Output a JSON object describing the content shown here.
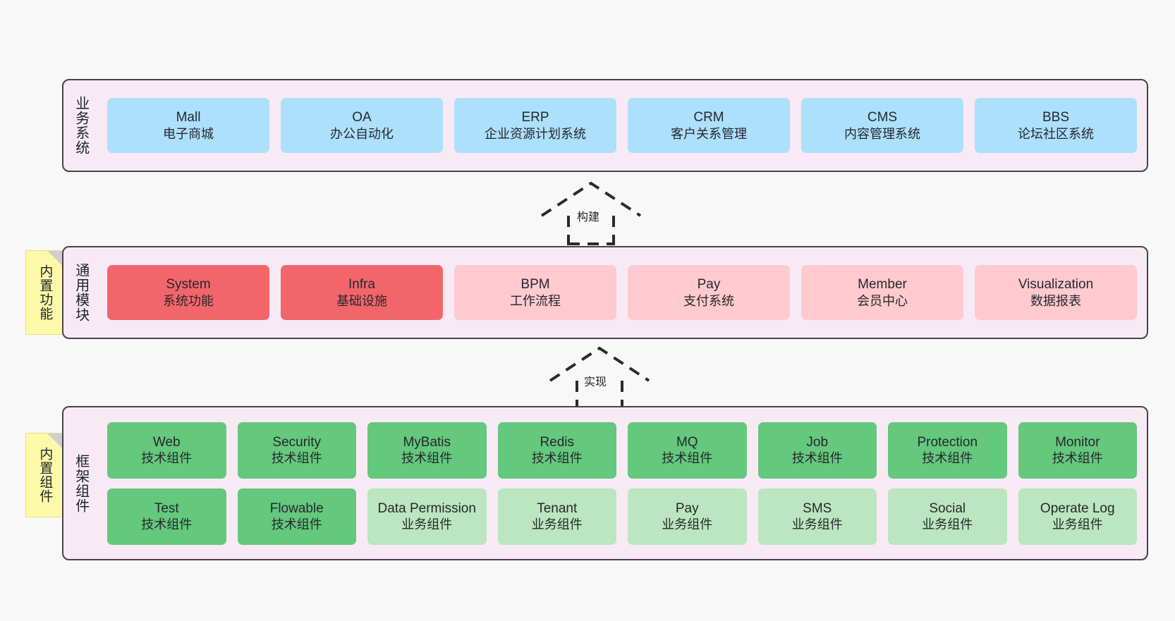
{
  "diagram": {
    "title": "",
    "colors": {
      "background": "#f8f8f8",
      "layer_fill": "#f8eaf5",
      "layer_border": "#4a414a",
      "blue": "#ace0fd",
      "red": "#f2666b",
      "pink": "#ffc9d0",
      "green": "#64c87d",
      "light_green": "#bbe6bf",
      "note_yellow": "#fcfaa8"
    }
  },
  "layers": {
    "business": {
      "title": "业务系统",
      "cards": [
        {
          "name": "Mall",
          "desc": "电子商城",
          "color": "blue"
        },
        {
          "name": "OA",
          "desc": "办公自动化",
          "color": "blue"
        },
        {
          "name": "ERP",
          "desc": "企业资源计划系统",
          "color": "blue"
        },
        {
          "name": "CRM",
          "desc": "客户关系管理",
          "color": "blue"
        },
        {
          "name": "CMS",
          "desc": "内容管理系统",
          "color": "blue"
        },
        {
          "name": "BBS",
          "desc": "论坛社区系统",
          "color": "blue"
        }
      ]
    },
    "common": {
      "title": "通用模块",
      "cards": [
        {
          "name": "System",
          "desc": "系统功能",
          "color": "red"
        },
        {
          "name": "Infra",
          "desc": "基础设施",
          "color": "red"
        },
        {
          "name": "BPM",
          "desc": "工作流程",
          "color": "pink"
        },
        {
          "name": "Pay",
          "desc": "支付系统",
          "color": "pink"
        },
        {
          "name": "Member",
          "desc": "会员中心",
          "color": "pink"
        },
        {
          "name": "Visualization",
          "desc": "数据报表",
          "color": "pink"
        }
      ]
    },
    "framework": {
      "title": "框架组件",
      "row1": [
        {
          "name": "Web",
          "desc": "技术组件",
          "color": "green"
        },
        {
          "name": "Security",
          "desc": "技术组件",
          "color": "green"
        },
        {
          "name": "MyBatis",
          "desc": "技术组件",
          "color": "green"
        },
        {
          "name": "Redis",
          "desc": "技术组件",
          "color": "green"
        },
        {
          "name": "MQ",
          "desc": "技术组件",
          "color": "green"
        },
        {
          "name": "Job",
          "desc": "技术组件",
          "color": "green"
        },
        {
          "name": "Protection",
          "desc": "技术组件",
          "color": "green"
        },
        {
          "name": "Monitor",
          "desc": "技术组件",
          "color": "green"
        }
      ],
      "row2": [
        {
          "name": "Test",
          "desc": "技术组件",
          "color": "green"
        },
        {
          "name": "Flowable",
          "desc": "技术组件",
          "color": "green"
        },
        {
          "name": "Data Permission",
          "desc": "业务组件",
          "color": "lightgreen"
        },
        {
          "name": "Tenant",
          "desc": "业务组件",
          "color": "lightgreen"
        },
        {
          "name": "Pay",
          "desc": "业务组件",
          "color": "lightgreen"
        },
        {
          "name": "SMS",
          "desc": "业务组件",
          "color": "lightgreen"
        },
        {
          "name": "Social",
          "desc": "业务组件",
          "color": "lightgreen"
        },
        {
          "name": "Operate Log",
          "desc": "业务组件",
          "color": "lightgreen"
        }
      ]
    }
  },
  "notes": [
    {
      "text": "内置功能"
    },
    {
      "text": "内置组件"
    }
  ],
  "connectors": [
    {
      "label": "构建"
    },
    {
      "label": "实现"
    }
  ]
}
